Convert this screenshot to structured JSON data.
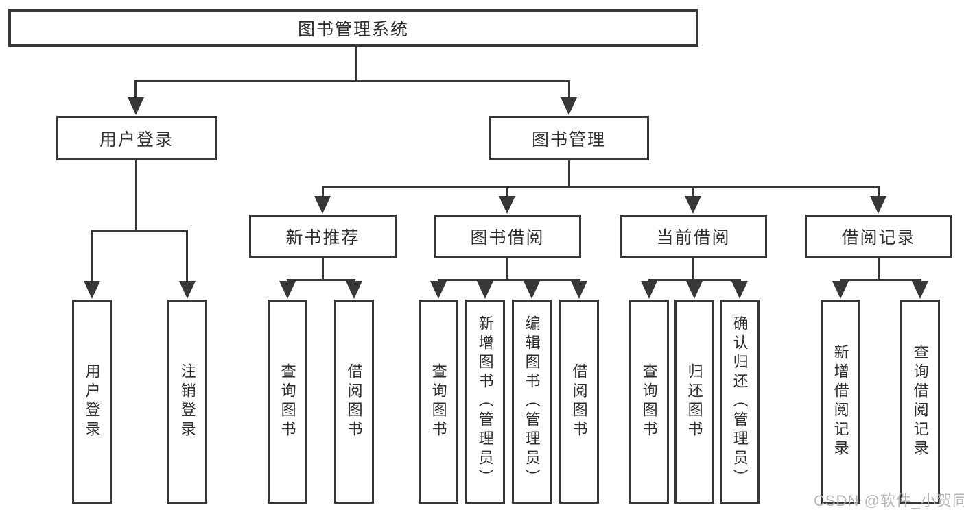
{
  "tree": {
    "root": {
      "label": "图书管理系统"
    },
    "branches": [
      {
        "label": "用户登录",
        "children": [
          {
            "label": "用户登录"
          },
          {
            "label": "注销登录"
          }
        ]
      },
      {
        "label": "图书管理",
        "groups": [
          {
            "label": "新书推荐",
            "children": [
              {
                "label": "查询图书"
              },
              {
                "label": "借阅图书"
              }
            ]
          },
          {
            "label": "图书借阅",
            "children": [
              {
                "label": "查询图书"
              },
              {
                "label": "新增图书（管理员）"
              },
              {
                "label": "编辑图书（管理员）"
              },
              {
                "label": "借阅图书"
              }
            ]
          },
          {
            "label": "当前借阅",
            "children": [
              {
                "label": "查询图书"
              },
              {
                "label": "归还图书"
              },
              {
                "label": "确认归还（管理员）"
              }
            ]
          },
          {
            "label": "借阅记录",
            "children": [
              {
                "label": "新增借阅记录"
              },
              {
                "label": "查询借阅记录"
              }
            ]
          }
        ]
      }
    ]
  },
  "watermark": {
    "text": "CSDN @软件_小贺同学"
  },
  "colors": {
    "line": "#373737",
    "text": "#2f2f2f",
    "box_background": "#ffffff",
    "page_background": "#ffffff",
    "watermark": "#b5b5b5"
  }
}
